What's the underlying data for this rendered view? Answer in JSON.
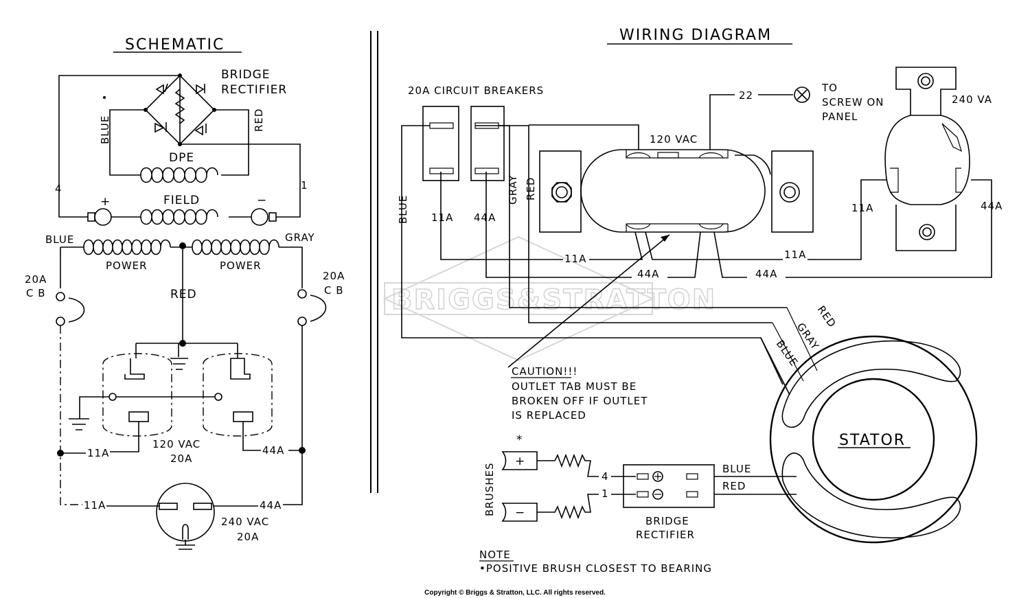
{
  "titles": {
    "schematic": "SCHEMATIC",
    "wiring": "WIRING DIAGRAM"
  },
  "schematic": {
    "bridge_rectifier_1": "BRIDGE",
    "bridge_rectifier_2": "RECTIFIER",
    "blue_v": "BLUE",
    "red_v": "RED",
    "dpe": "DPE",
    "field": "FIELD",
    "plus": "+",
    "minus": "−",
    "num_4": "4",
    "num_1": "1",
    "blue": "BLUE",
    "gray": "GRAY",
    "power_left": "POWER",
    "power_right": "POWER",
    "red": "RED",
    "cb_left_1": "20A",
    "cb_left_2": "C B",
    "cb_right_1": "20A",
    "cb_right_2": "C B",
    "outlet_120_1": "120 VAC",
    "outlet_120_2": "20A",
    "w11a_1": "11A",
    "w44a_1": "44A",
    "w11a_2": "11A",
    "w44a_2": "44A",
    "outlet_240_1": "240 VAC",
    "outlet_240_2": "20A"
  },
  "wiring": {
    "breakers": "20A CIRCUIT BREAKERS",
    "blue_v": "BLUE",
    "gray_v": "GRAY",
    "red_v": "RED",
    "w11a_left": "11A",
    "w44a_left": "44A",
    "vac_120": "120 VAC",
    "w22": "22",
    "to_screw_1": "TO",
    "to_screw_2": "SCREW ON",
    "to_screw_3": "PANEL",
    "vac_240": "240 VA",
    "w11a_right": "11A",
    "w44a_right": "44A",
    "w11a_bus": "11A",
    "w11a_bus2": "11A",
    "w44a_bus": "44A",
    "w44a_bus2": "44A",
    "stator_red": "RED",
    "stator_gray": "GRAY",
    "stator_blue": "BLUE",
    "caution_1": "CAUTION!!!",
    "caution_2": "OUTLET TAB MUST BE",
    "caution_3": "BROKEN OFF IF OUTLET",
    "caution_4": "IS REPLACED",
    "stator": "STATOR",
    "asterisk": "*",
    "brushes": "BRUSHES",
    "plus": "+",
    "minus": "−",
    "num_4": "4",
    "num_1": "1",
    "blue": "BLUE",
    "red": "RED",
    "bridge_1": "BRIDGE",
    "bridge_2": "RECTIFIER",
    "note": "NOTE",
    "note_text": "•POSITIVE BRUSH CLOSEST TO BEARING"
  },
  "watermark": "BRIGGS&STRATTON",
  "copyright": "Copyright © Briggs & Stratton, LLC. All rights reserved."
}
